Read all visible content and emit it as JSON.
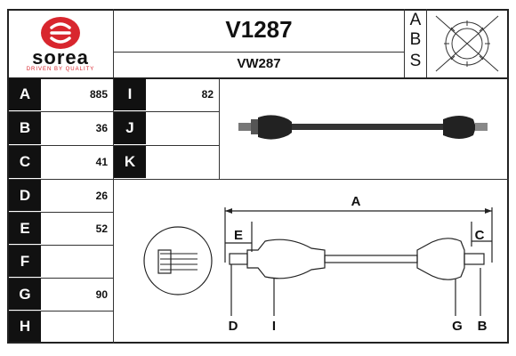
{
  "brand": {
    "name": "sorea",
    "tagline": "DRIVEN BY QUALITY",
    "logo_color": "#d8262e"
  },
  "header": {
    "part_number": "V1287",
    "reference": "VW287",
    "abs_letters": [
      "A",
      "B",
      "S"
    ]
  },
  "left_table": [
    {
      "letter": "A",
      "value": "885"
    },
    {
      "letter": "B",
      "value": "36"
    },
    {
      "letter": "C",
      "value": "41"
    },
    {
      "letter": "D",
      "value": "26"
    },
    {
      "letter": "E",
      "value": "52"
    },
    {
      "letter": "F",
      "value": ""
    },
    {
      "letter": "G",
      "value": "90"
    },
    {
      "letter": "H",
      "value": ""
    }
  ],
  "mid_table": [
    {
      "letter": "I",
      "value": "82"
    },
    {
      "letter": "J",
      "value": ""
    },
    {
      "letter": "K",
      "value": ""
    }
  ],
  "diagram_labels": {
    "A": "A",
    "B": "B",
    "C": "C",
    "D": "D",
    "E": "E",
    "G": "G",
    "I": "I"
  }
}
